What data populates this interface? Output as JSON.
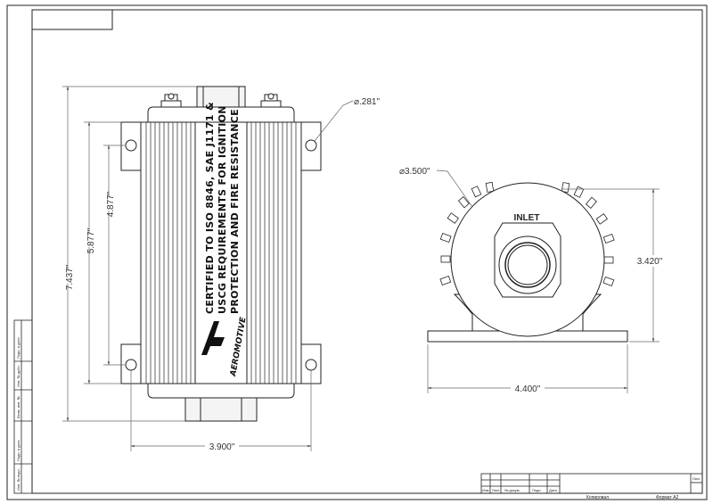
{
  "drawing": {
    "dimensions": {
      "hole_diameter": "⌀.281\"",
      "body_diameter": "⌀3.500\"",
      "width_side": "3.900\"",
      "width_end": "4.400\"",
      "height_end": "3.420\"",
      "overall_length": "7.437\"",
      "mount_spacing_outer": "5.877\"",
      "mount_spacing_inner": "4.877\""
    },
    "labels": {
      "inlet": "INLET",
      "logo": "AEROMOTIVE"
    },
    "certification_lines": [
      "CERTIFIED TO ISO 8846, SAE J1171 &",
      "USCG REQUIREMENTS FOR IGNITION",
      "PROTECTION AND FIRE RESISTANCE"
    ],
    "title_block": {
      "header_cells": [
        "Изм",
        "Лист",
        "№ докум.",
        "Подп.",
        "Дата"
      ],
      "sheet_label": "Лист",
      "copied": "Копировал",
      "format": "Формат A2"
    },
    "side_stamp": [
      "Инв. № подл.",
      "Подп. и дата",
      "Взам. инв. №",
      "Инв. № дубл.",
      "Подп. и дата"
    ]
  },
  "colors": {
    "line": "#222222",
    "dim_line": "#555555",
    "shade": "#d9d9d9"
  }
}
